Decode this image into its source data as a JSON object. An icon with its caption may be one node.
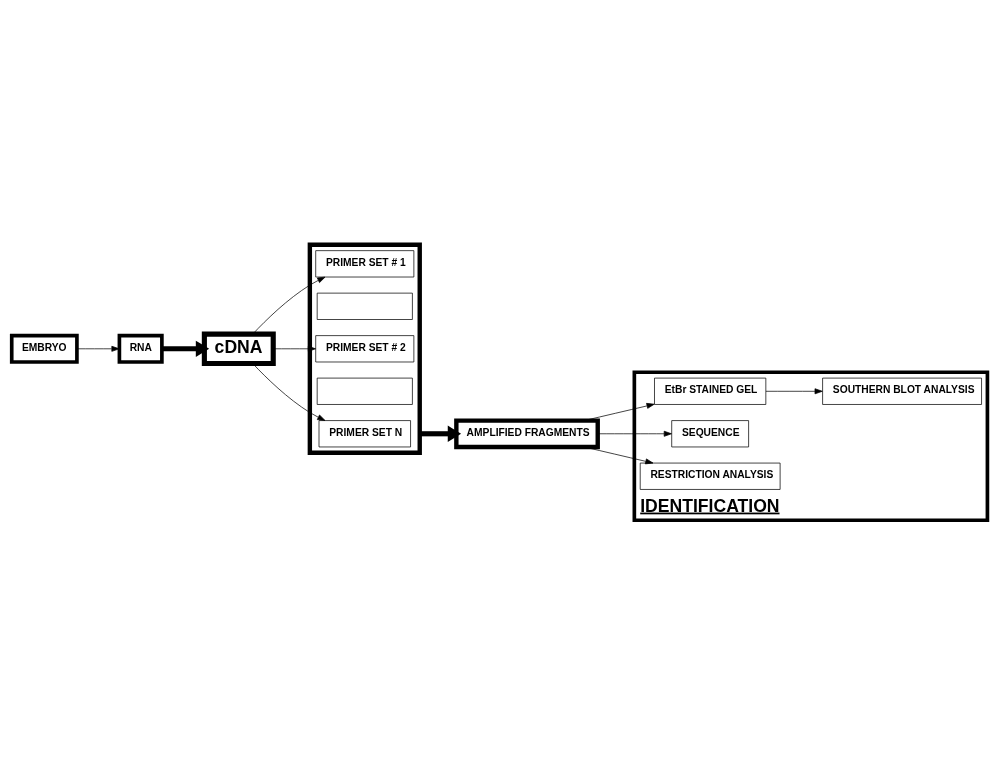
{
  "diagram": {
    "nodes": [
      {
        "text": [
          "EMBRYO"
        ]
      },
      {
        "text": [
          "RNA"
        ]
      },
      {
        "text": [
          "cDNA"
        ]
      },
      {
        "text": [],
        "shape": "box"
      },
      {
        "text": [
          "PRIMER SET # 1"
        ],
        "in": 3
      },
      {
        "text": [],
        "shape": "box",
        "in": 3
      },
      {
        "text": [
          "PRIMER SET # 2"
        ],
        "in": 3
      },
      {
        "text": [],
        "shape": "box",
        "in": 3
      },
      {
        "text": [
          "PRIMER SET N"
        ],
        "in": 3
      },
      {
        "text": [
          "AMPLIFIED FRAGMENTS"
        ]
      },
      {
        "text": [
          "IDENTIFICATION"
        ]
      },
      {
        "text": [
          "SOUTHERN BLOT ANALYSIS"
        ],
        "in": 10
      },
      {
        "text": [
          "EtBr STAINED GEL"
        ],
        "in": 10
      },
      {
        "text": [
          "SEQUENCE"
        ],
        "in": 10
      },
      {
        "text": [
          "RESTRICTION ANALYSIS"
        ],
        "in": 10
      }
    ],
    "edges": [
      {
        "from": 0,
        "to": 1,
        "arrow": "to"
      },
      {
        "from": 1,
        "to": 2,
        "arrow": "to",
        "style": "thick"
      },
      {
        "from": 2,
        "to": 4,
        "arrow": "to"
      },
      {
        "from": 2,
        "to": 6,
        "arrow": "to"
      },
      {
        "from": 2,
        "to": 8,
        "arrow": "to"
      },
      {
        "from": 3,
        "to": 9,
        "arrow": "to",
        "style": "thick"
      },
      {
        "from": 12,
        "to": 11,
        "arrow": "to"
      },
      {
        "from": 9,
        "to": 12,
        "arrow": "to"
      },
      {
        "from": 9,
        "to": 13,
        "arrow": "to"
      },
      {
        "from": 9,
        "to": 14,
        "arrow": "to"
      }
    ]
  }
}
